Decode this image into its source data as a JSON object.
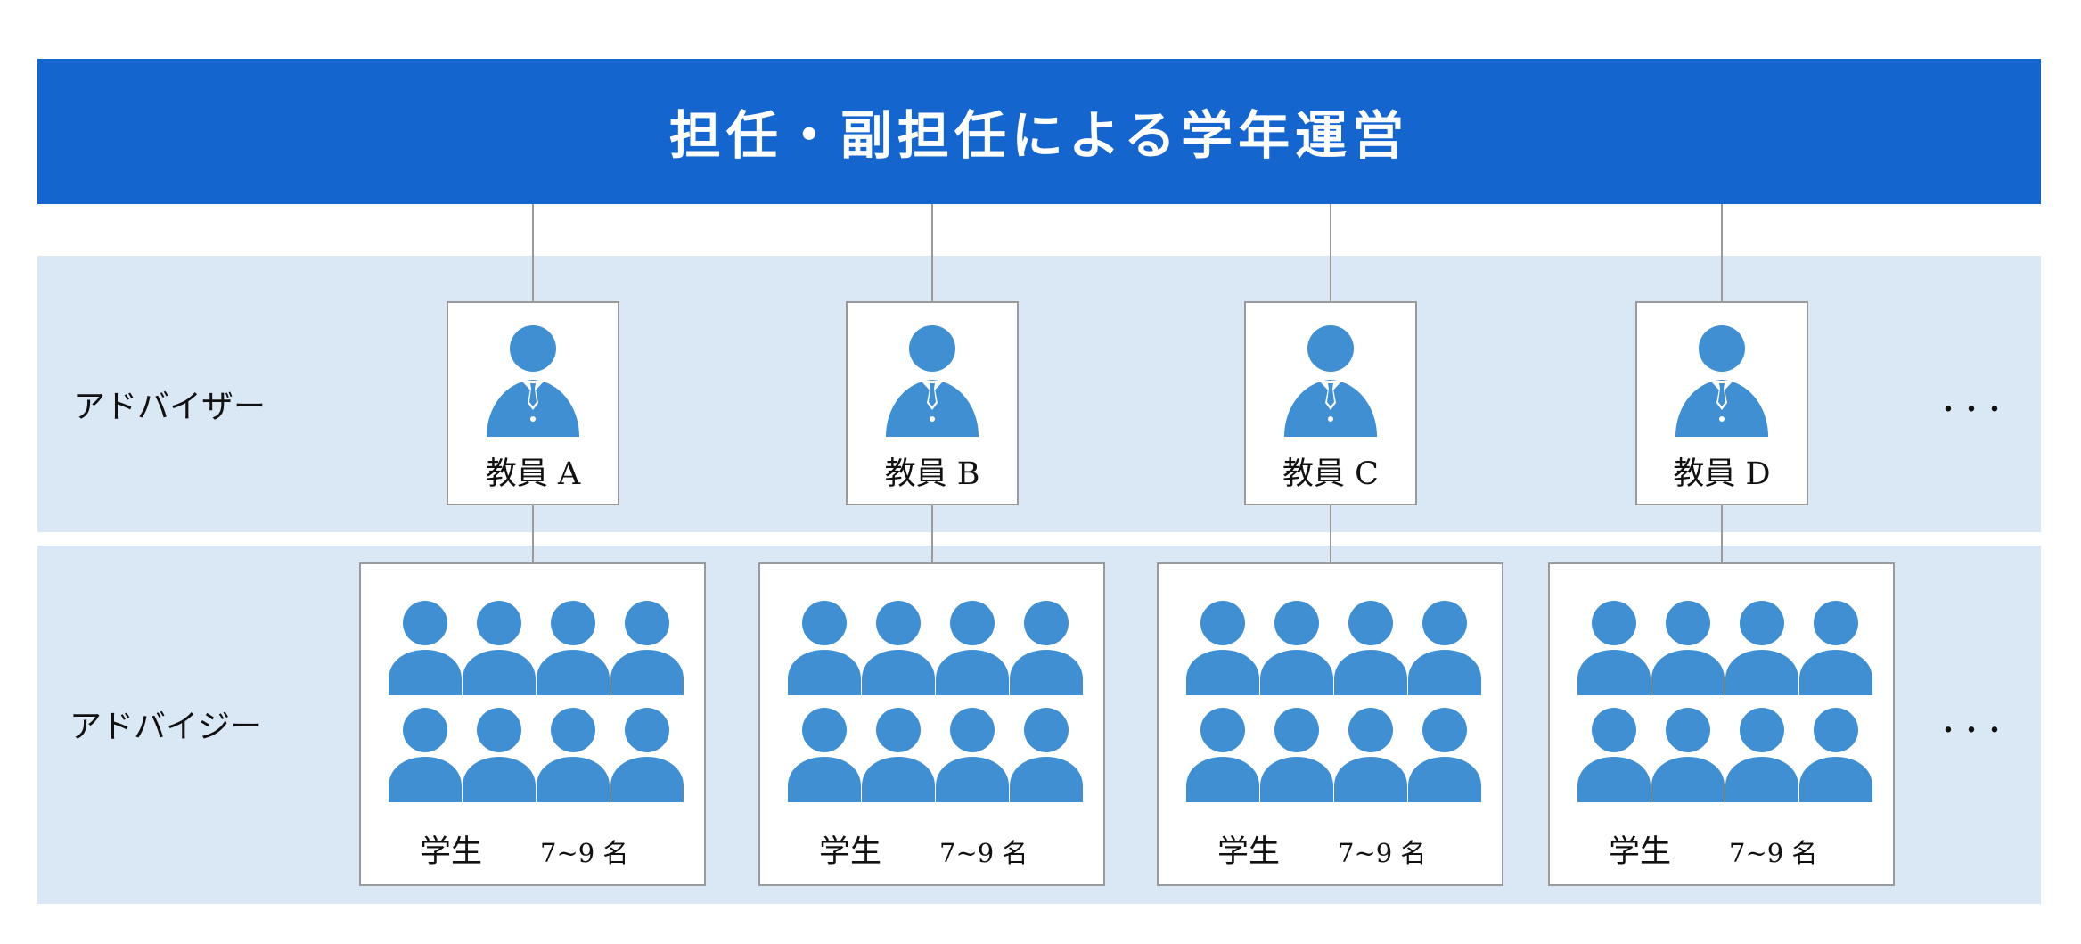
{
  "header": {
    "title": "担任・副担任による学年運営"
  },
  "rows": {
    "advisor_label": "アドバイザー",
    "advisee_label": "アドバイジー",
    "more_marker": "・・・"
  },
  "advisors": [
    {
      "name": "教員 A"
    },
    {
      "name": "教員 B"
    },
    {
      "name": "教員 C"
    },
    {
      "name": "教員 D"
    }
  ],
  "student_groups": [
    {
      "label": "学生",
      "count": "7~9 名"
    },
    {
      "label": "学生",
      "count": "7~9 名"
    },
    {
      "label": "学生",
      "count": "7~9 名"
    },
    {
      "label": "学生",
      "count": "7~9 名"
    }
  ],
  "colors": {
    "header_bg": "#1565cf",
    "band_bg": "#dae8f5",
    "icon": "#3f8fd2",
    "connector": "#9a9a9a",
    "box_border": "#9a9a9a",
    "text": "#111111",
    "header_text": "#ffffff"
  },
  "icons": {
    "advisor": "teacher-person-icon",
    "student": "student-person-icon"
  }
}
